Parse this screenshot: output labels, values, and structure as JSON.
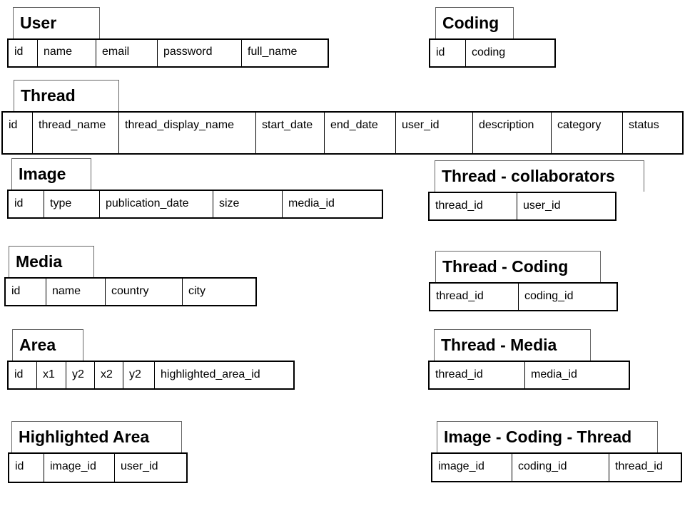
{
  "tables": [
    {
      "key": "user",
      "name": "User",
      "columns": [
        "id",
        "name",
        "email",
        "password",
        "full_name"
      ]
    },
    {
      "key": "coding",
      "name": "Coding",
      "columns": [
        "id",
        "coding"
      ]
    },
    {
      "key": "thread",
      "name": "Thread",
      "columns": [
        "id",
        "thread_name",
        "thread_display_name",
        "start_date",
        "end_date",
        "user_id",
        "description",
        "category",
        "status"
      ]
    },
    {
      "key": "image",
      "name": "Image",
      "columns": [
        "id",
        "type",
        "publication_date",
        "size",
        "media_id"
      ]
    },
    {
      "key": "thread-collaborators",
      "name": "Thread - collaborators",
      "columns": [
        "thread_id",
        "user_id"
      ]
    },
    {
      "key": "media",
      "name": "Media",
      "columns": [
        "id",
        "name",
        "country",
        "city"
      ]
    },
    {
      "key": "thread-coding",
      "name": "Thread - Coding",
      "columns": [
        "thread_id",
        "coding_id"
      ]
    },
    {
      "key": "area",
      "name": "Area",
      "columns": [
        "id",
        "x1",
        "y2",
        "x2",
        "y2",
        "highlighted_area_id"
      ]
    },
    {
      "key": "thread-media",
      "name": "Thread - Media",
      "columns": [
        "thread_id",
        "media_id"
      ]
    },
    {
      "key": "highlighted-area",
      "name": "Highlighted Area",
      "columns": [
        "id",
        "image_id",
        "user_id"
      ]
    },
    {
      "key": "image-coding-thread",
      "name": "Image - Coding - Thread",
      "columns": [
        "image_id",
        "coding_id",
        "thread_id"
      ]
    }
  ]
}
